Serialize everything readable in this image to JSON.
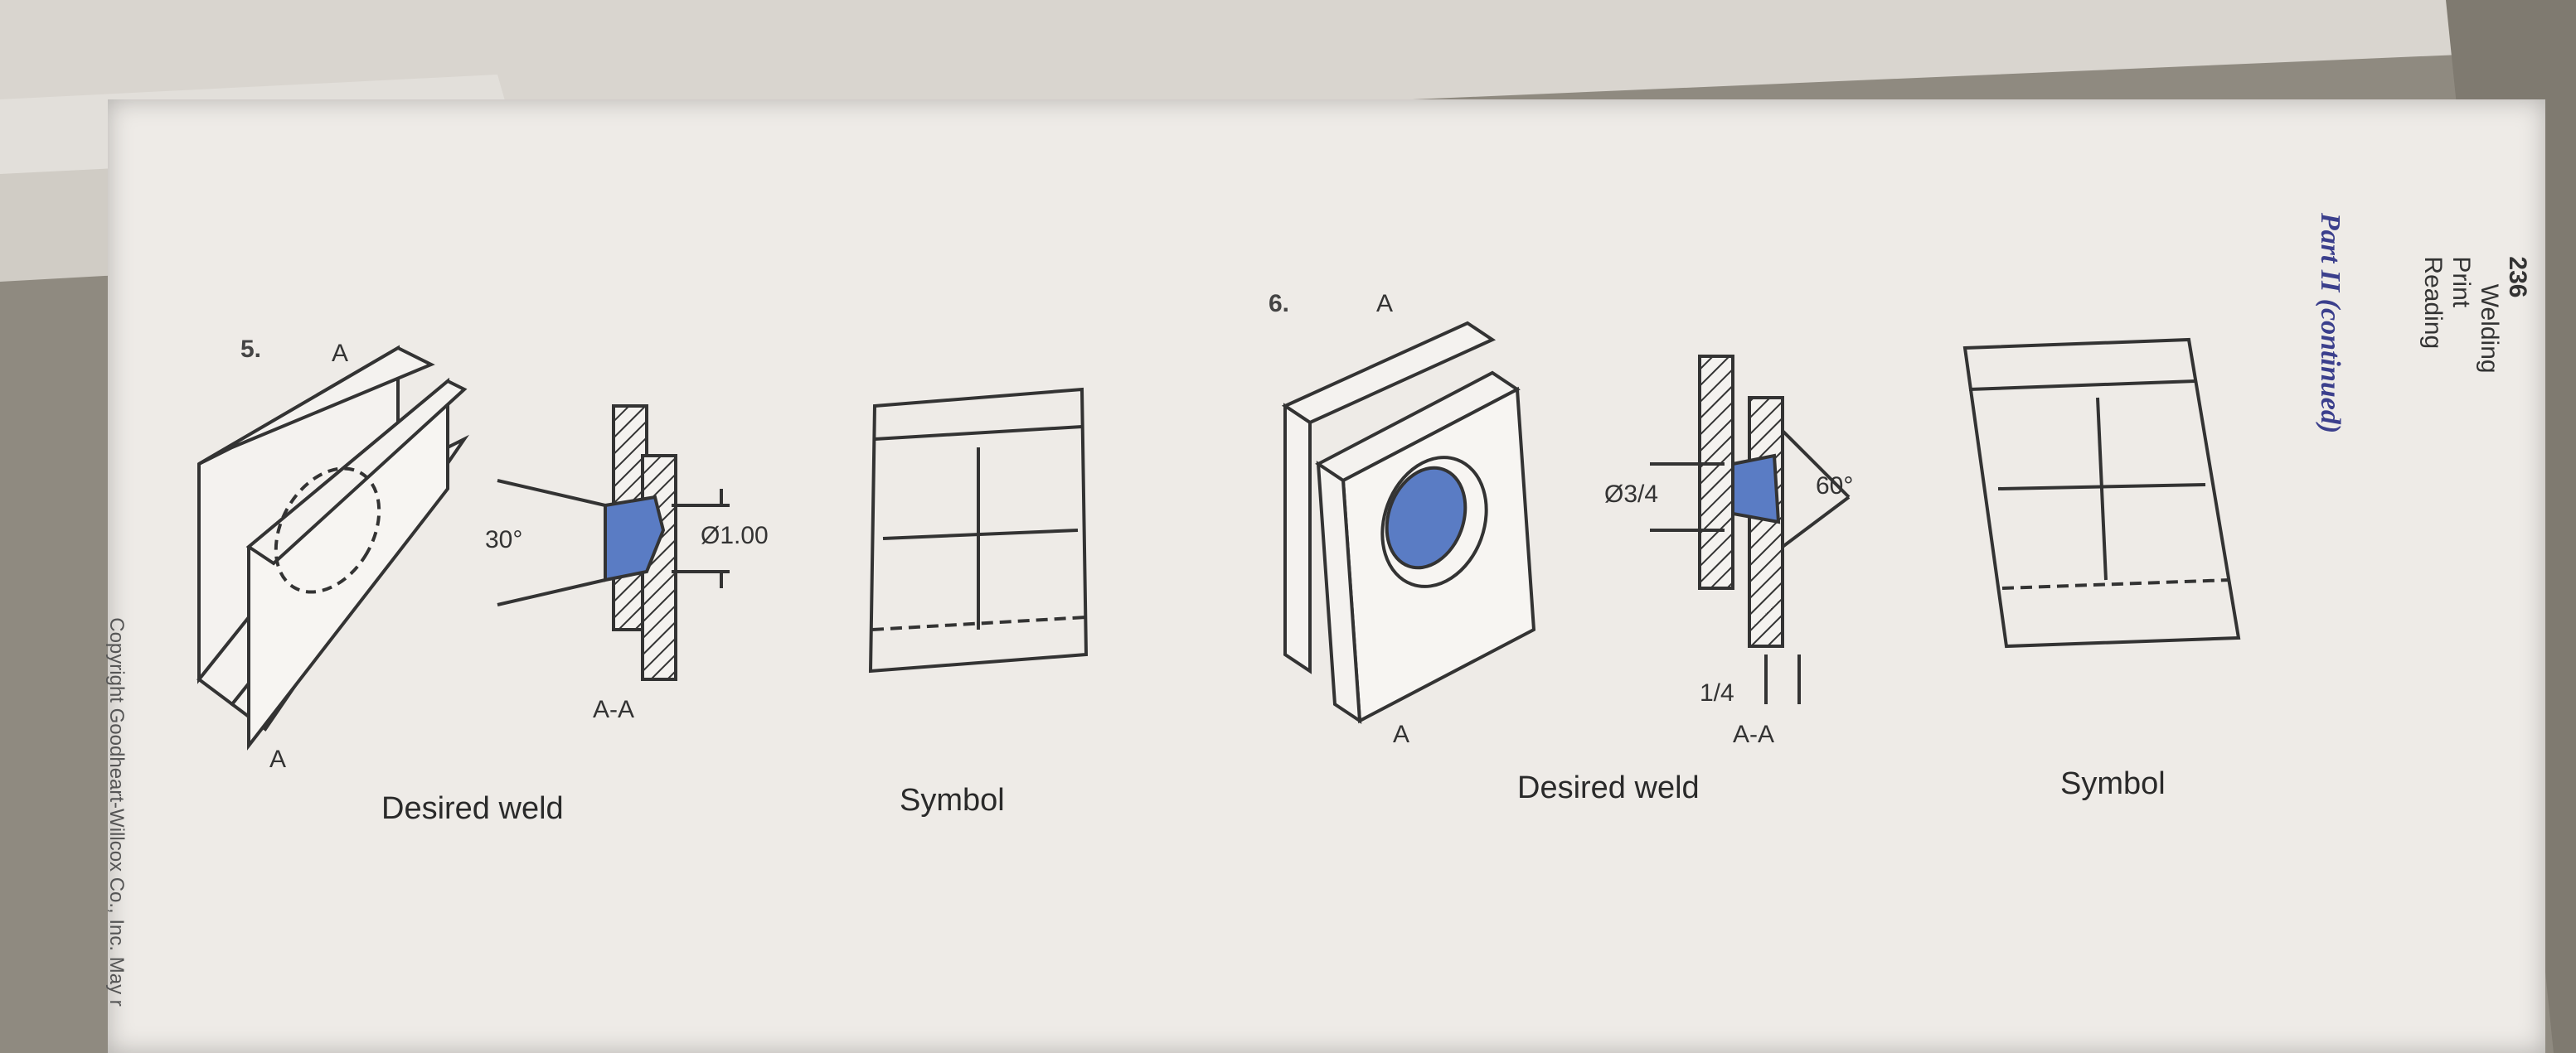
{
  "page": {
    "page_number": "236",
    "book_title": "Welding Print Reading",
    "section_heading": "Part II (continued)",
    "copyright": "Copyright Goodheart-Willcox Co., Inc. May r"
  },
  "problems": [
    {
      "number": "5.",
      "section_label_top": "A",
      "section_label_bottom": "A",
      "section_view_label": "A-A",
      "angle_label": "30°",
      "diameter_label": "Ø1.00",
      "desired_caption": "Desired weld",
      "symbol_caption": "Symbol"
    },
    {
      "number": "6.",
      "section_label_top": "A",
      "section_label_bottom": "A",
      "section_view_label": "A-A",
      "angle_label": "60°",
      "diameter_label": "Ø3/4",
      "thickness_label": "1/4",
      "desired_caption": "Desired weld",
      "symbol_caption": "Symbol"
    }
  ],
  "colors": {
    "weld_fill": "#5a7cc4",
    "line": "#333333",
    "heading_blue": "#3b3f8c"
  }
}
